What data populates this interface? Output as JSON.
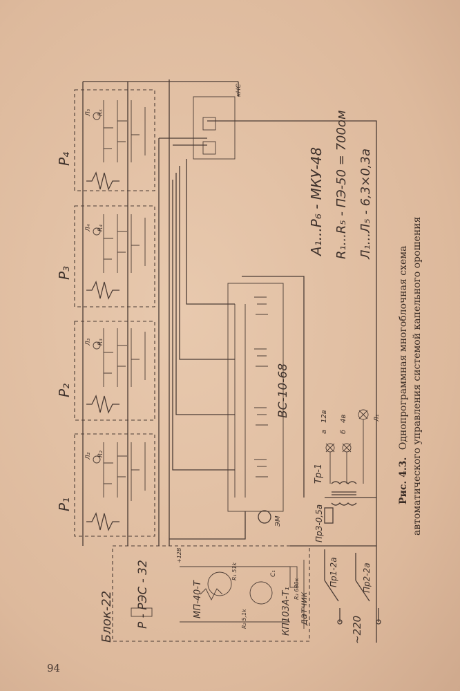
{
  "page_number": "94",
  "caption": {
    "figure_label": "Рис. 4.3.",
    "line1": "Однопрограммная многоблочная схема",
    "line2": "автоматического управления системой капельного орошения"
  },
  "legend": {
    "relays": "А₁...Р₆ - МКУ-48",
    "resistors": "R₁...R₅ - ПЭ-50 = 700ом",
    "lamps": "Л₁...Л₅ - 6,3×0,3а"
  },
  "blocks": {
    "p1": "Р₁",
    "p2": "Р₂",
    "p3": "Р₃",
    "p4": "Р₄",
    "block22": "Блок-22"
  },
  "components": {
    "rezs": "Р - РЭС - 32",
    "mp40": "МП-40-Т",
    "kp103": "КП103А-Т₁",
    "sensor": "датчик",
    "vc": "ВС-10-68",
    "em": "ЭМ",
    "tr": "Тр-1",
    "pz": "ПрЗ-0,5а",
    "pr1": "Пр1-2а",
    "pr2": "Пр2-2а",
    "mains": "~220",
    "r1": "R₁",
    "r2": "R₂",
    "r3": "R₃",
    "r4": "R₄",
    "r5": "R₅",
    "l1": "Л₁",
    "l2": "Л₂",
    "l3": "Л₃",
    "l4": "Л₄",
    "l5": "Л₅",
    "khc": "кНС",
    "v12": "12в",
    "v4": "4в",
    "a": "а",
    "b": "б",
    "r51k": "R₁ 51k",
    "r5k": "R₂ 5,1k",
    "r680": "R₃ 680к",
    "c1": "С₁",
    "plus12": "+12В"
  }
}
